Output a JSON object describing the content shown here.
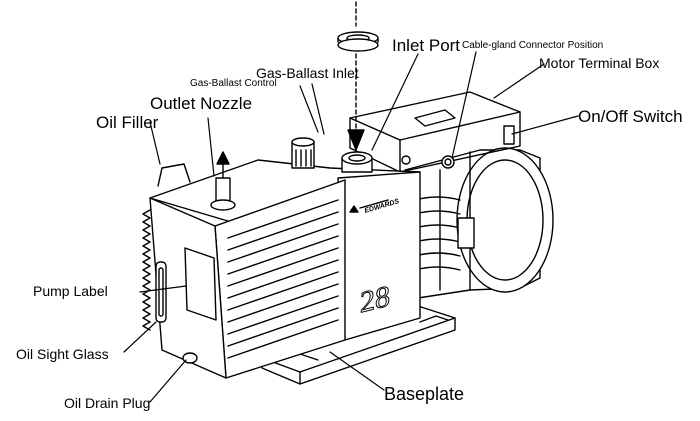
{
  "labels": {
    "inlet_port": "Inlet Port",
    "cable_gland": "Cable-gland Connector Position",
    "motor_terminal_box": "Motor Terminal Box",
    "gas_ballast_inlet": "Gas-Ballast Inlet",
    "gas_ballast_control": "Gas-Ballast Control",
    "outlet_nozzle": "Outlet Nozzle",
    "oil_filler": "Oil Filler",
    "on_off_switch": "On/Off Switch",
    "pump_label": "Pump Label",
    "oil_sight_glass": "Oil Sight Glass",
    "oil_drain_plug": "Oil Drain Plug",
    "baseplate": "Baseplate"
  },
  "pump": {
    "model_number": "28",
    "brand_text": "EDWARDS"
  }
}
